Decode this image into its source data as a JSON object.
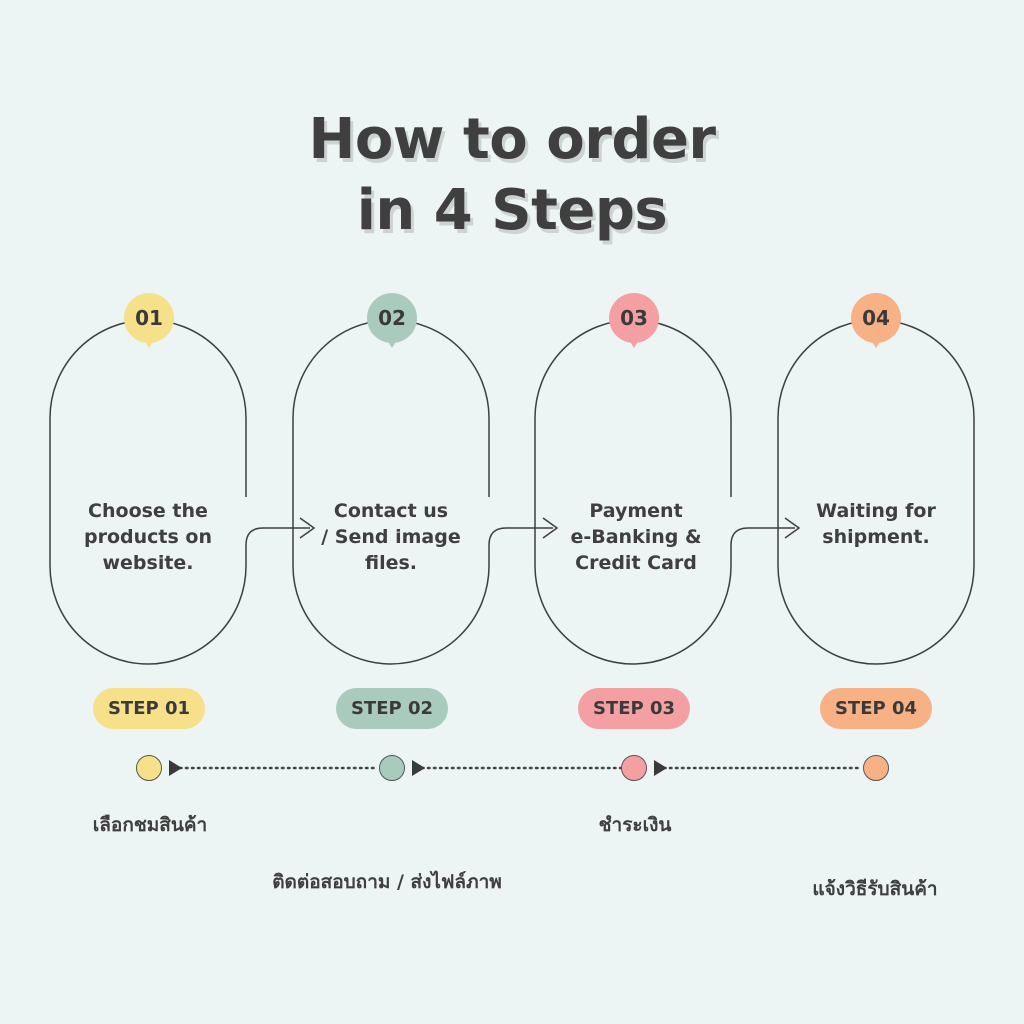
{
  "title": {
    "line1": "How to order",
    "line2": "in 4 Steps"
  },
  "colors": {
    "background": "#ecf4f4",
    "step1": "#f6e08a",
    "step2": "#a9cbbd",
    "step3": "#f4a0a3",
    "step4": "#f7b185"
  },
  "steps": [
    {
      "number": "01",
      "description": "Choose the\nproducts on\nwebsite.",
      "pill_label": "STEP 01",
      "thai_label": "เลือกชมสินค้า"
    },
    {
      "number": "02",
      "description": "Contact us\n/ Send image\nfiles.",
      "pill_label": "STEP 02",
      "thai_label": "ติดต่อสอบถาม / ส่งไฟล์ภาพ"
    },
    {
      "number": "03",
      "description": "Payment\ne-Banking &\nCredit Card",
      "pill_label": "STEP 03",
      "thai_label": "ชำระเงิน"
    },
    {
      "number": "04",
      "description": "Waiting for\nshipment.",
      "pill_label": "STEP 04",
      "thai_label": "แจ้งวิธีรับสินค้า"
    }
  ],
  "icons": {
    "connector_arrow": "arrow-right-icon",
    "timeline_arrow": "play-triangle-icon"
  }
}
